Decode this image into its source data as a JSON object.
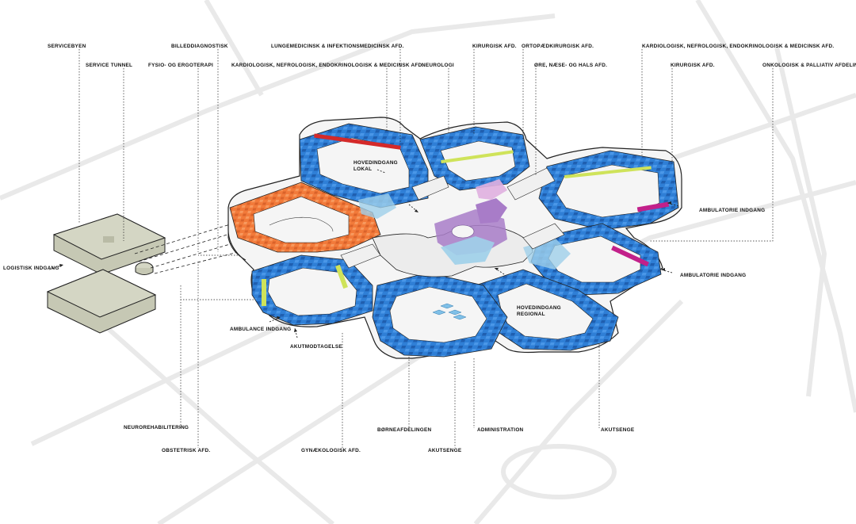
{
  "labels": {
    "servicebyen": "SERVICEBYEN",
    "service_tunnel": "SERVICE TUNNEL",
    "billeddiagnostisk": "BILLEDDIAGNOSTISK",
    "fysio": "FYSIO- OG ERGOTERAPI",
    "lungemedicinsk": "LUNGEMEDICINSK & INFEKTIONSMEDICINSK AFD.",
    "kardio_left": "KARDIOLOGISK, NEFROLOGISK, ENDOKRINOLOGISK & MEDICINSK AFD.",
    "neurologi": "NEUROLOGI",
    "kirurgisk_top": "KIRURGISK AFD.",
    "ortopaedi": "ORTOPÆDKIRURGISK AFD.",
    "ore_naese": "ØRE, NÆSE- OG HALS AFD.",
    "kardio_right": "KARDIOLOGISK, NEFROLOGISK, ENDOKRINOLOGISK & MEDICINSK AFD.",
    "kirurgisk_right": "KIRURGISK AFD.",
    "onkologisk": "ONKOLOGISK & PALLIATIV AFDELING",
    "logistisk": "LOGISTISK INDGANG",
    "ambulatorie_1": "AMBULATORIE INDGANG",
    "ambulatorie_2": "AMBULATORIE INDGANG",
    "hovedindgang_lokal_1": "HOVEDINDGANG",
    "hovedindgang_lokal_2": "LOKAL",
    "hovedindgang_regional_1": "HOVEDINDGANG",
    "hovedindgang_regional_2": "REGIONAL",
    "ambulance": "AMBULANCE INDGANG",
    "akutmodtagelse": "AKUTMODTAGELSE",
    "neurorehab": "NEUROREHABILITERING",
    "obstetrisk": "OBSTETRISK AFD.",
    "gynaekologisk": "GYNÆKOLOGISK AFD.",
    "boerneafdelingen": "BØRNEAFDELINGEN",
    "akutsenge_bottom": "AKUTSENGE",
    "administration": "ADMINISTRATION",
    "akutsenge_right": "AKUTSENGE"
  },
  "colors": {
    "ward_blue": "#2f7fd6",
    "ward_blue_dark": "#1f5fb0",
    "orange": "#f27a3a",
    "lime": "#cfe35a",
    "magenta": "#c2208a",
    "red": "#d42a2a",
    "purple": "#a87cc8",
    "light_blue": "#9fd0ea",
    "service_box": "#d2d4c2",
    "floor": "#f3f3f3",
    "outline": "#222222",
    "map_lines": "#e6e6e6"
  }
}
